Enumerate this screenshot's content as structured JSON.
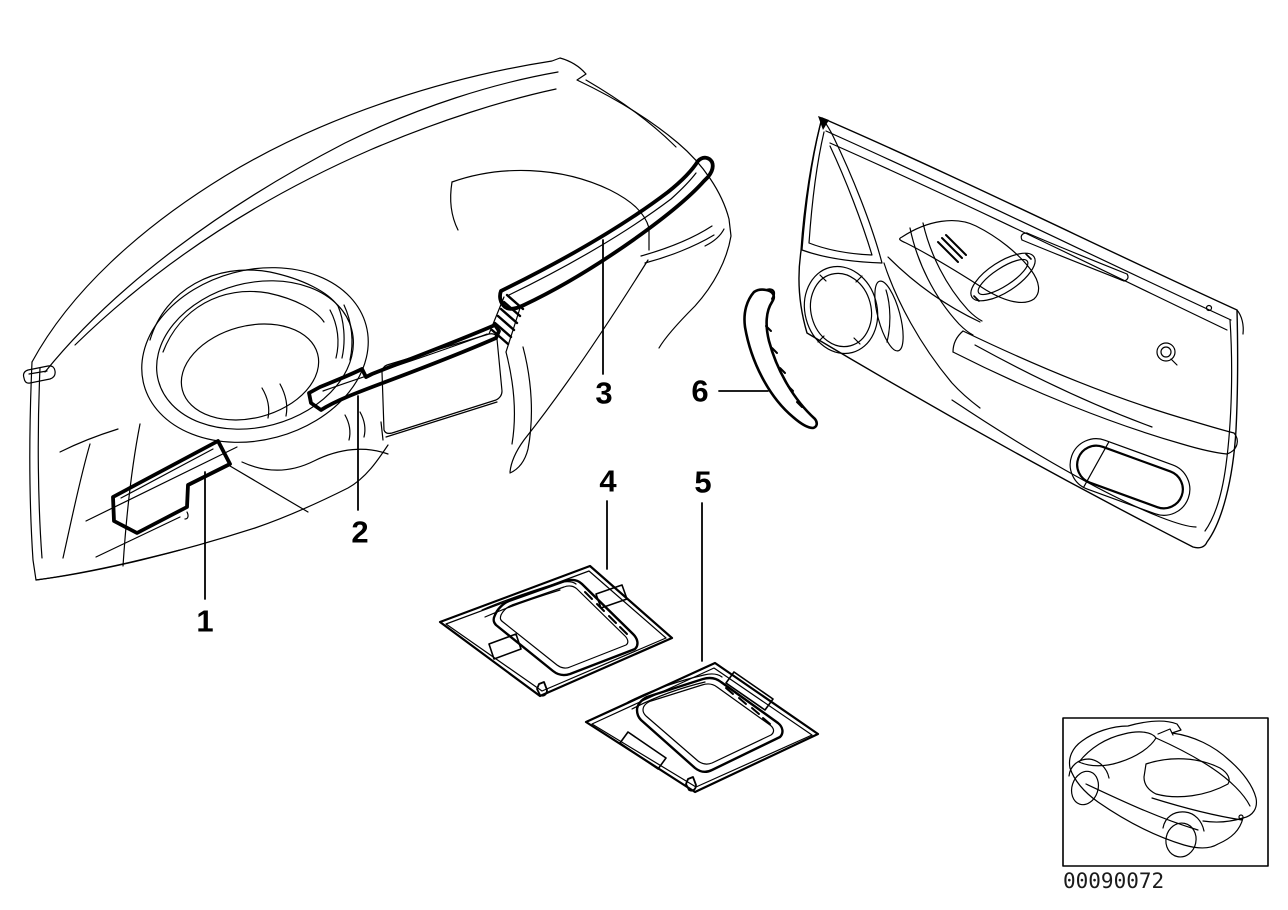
{
  "canvas": {
    "background_color": "#ffffff",
    "line_color": "#000000"
  },
  "callouts": [
    {
      "label": "1"
    },
    {
      "label": "2"
    },
    {
      "label": "3"
    },
    {
      "label": "4"
    },
    {
      "label": "5"
    },
    {
      "label": "6"
    }
  ],
  "inset": {
    "diagram_id": "00090072"
  }
}
